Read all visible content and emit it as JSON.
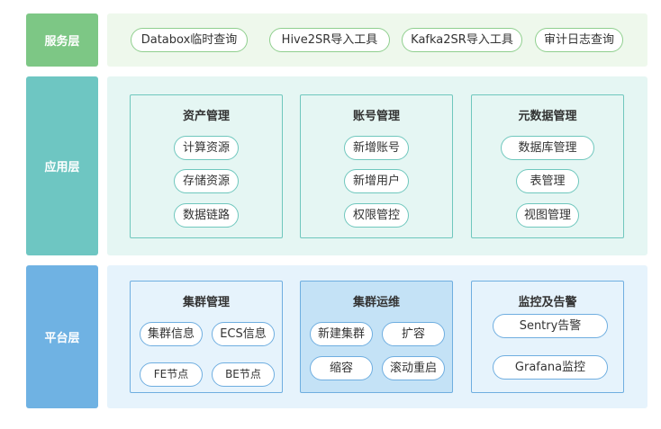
{
  "colors": {
    "service_label": "#7dc785",
    "service_bg": "#eef8ec",
    "service_border": "#8fcf8e",
    "app_label": "#6ec6c2",
    "app_bg": "#e5f6f3",
    "app_border": "#6fc7bd",
    "platform_label": "#6fb2e3",
    "platform_bg": "#e6f3fc",
    "platform_border": "#6faee0",
    "platform_highlight_bg": "#c4e2f6"
  },
  "layers": {
    "service": {
      "label": "服务层",
      "items": [
        "Databox临时查询",
        "Hive2SR导入工具",
        "Kafka2SR导入工具",
        "审计日志查询"
      ]
    },
    "application": {
      "label": "应用层",
      "modules": [
        {
          "title": "资产管理",
          "items": [
            "计算资源",
            "存储资源",
            "数据链路"
          ]
        },
        {
          "title": "账号管理",
          "items": [
            "新增账号",
            "新增用户",
            "权限管控"
          ]
        },
        {
          "title": "元数据管理",
          "items": [
            "数据库管理",
            "表管理",
            "视图管理"
          ]
        }
      ]
    },
    "platform": {
      "label": "平台层",
      "modules": [
        {
          "title": "集群管理",
          "items": [
            "集群信息",
            "ECS信息",
            "FE节点",
            "BE节点"
          ]
        },
        {
          "title": "集群运维",
          "items": [
            "新建集群",
            "扩容",
            "缩容",
            "滚动重启"
          ]
        },
        {
          "title": "监控及告警",
          "items": [
            "Sentry告警",
            "Grafana监控"
          ]
        }
      ]
    }
  }
}
